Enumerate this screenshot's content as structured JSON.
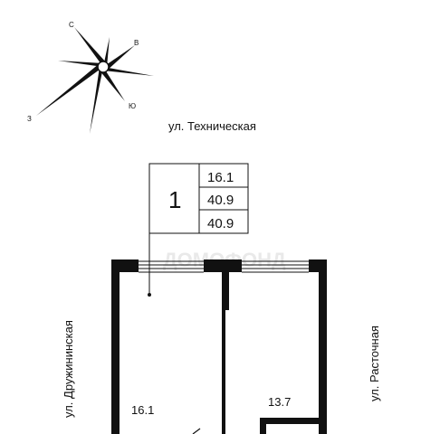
{
  "compass": {
    "north": "С",
    "east": "В",
    "south": "Ю",
    "west": "З"
  },
  "streets": {
    "top": "ул. Техническая",
    "left": "ул. Дружининская",
    "right": "ул. Расточная"
  },
  "apartment_info": {
    "rooms": "1",
    "living_area": "16.1",
    "total_area": "40.9",
    "total_area_with_balcony": "40.9"
  },
  "rooms": {
    "living_room_area": "16.1",
    "kitchen_area": "13.7"
  },
  "watermark": "ДОМОФОНД"
}
